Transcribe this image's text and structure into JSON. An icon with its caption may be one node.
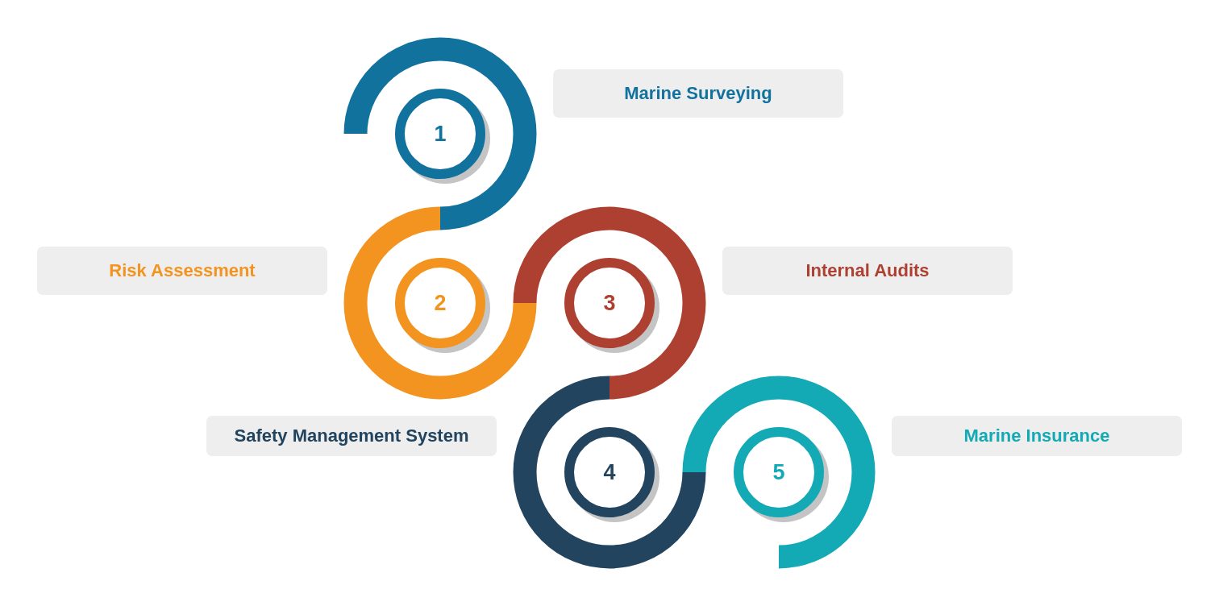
{
  "diagram": {
    "nodes": [
      {
        "text": [
          "1"
        ]
      },
      {
        "text": [
          "Marine Surveying"
        ]
      },
      {
        "text": [
          "Risk Assessment"
        ]
      },
      {
        "text": [
          "2"
        ]
      },
      {
        "text": [
          "3"
        ]
      },
      {
        "text": [
          "Internal Audits"
        ]
      },
      {
        "text": [
          "Safety Management System"
        ]
      },
      {
        "text": [
          "4"
        ]
      },
      {
        "text": [
          "5"
        ]
      },
      {
        "text": [
          "Marine Insurance"
        ]
      }
    ]
  }
}
